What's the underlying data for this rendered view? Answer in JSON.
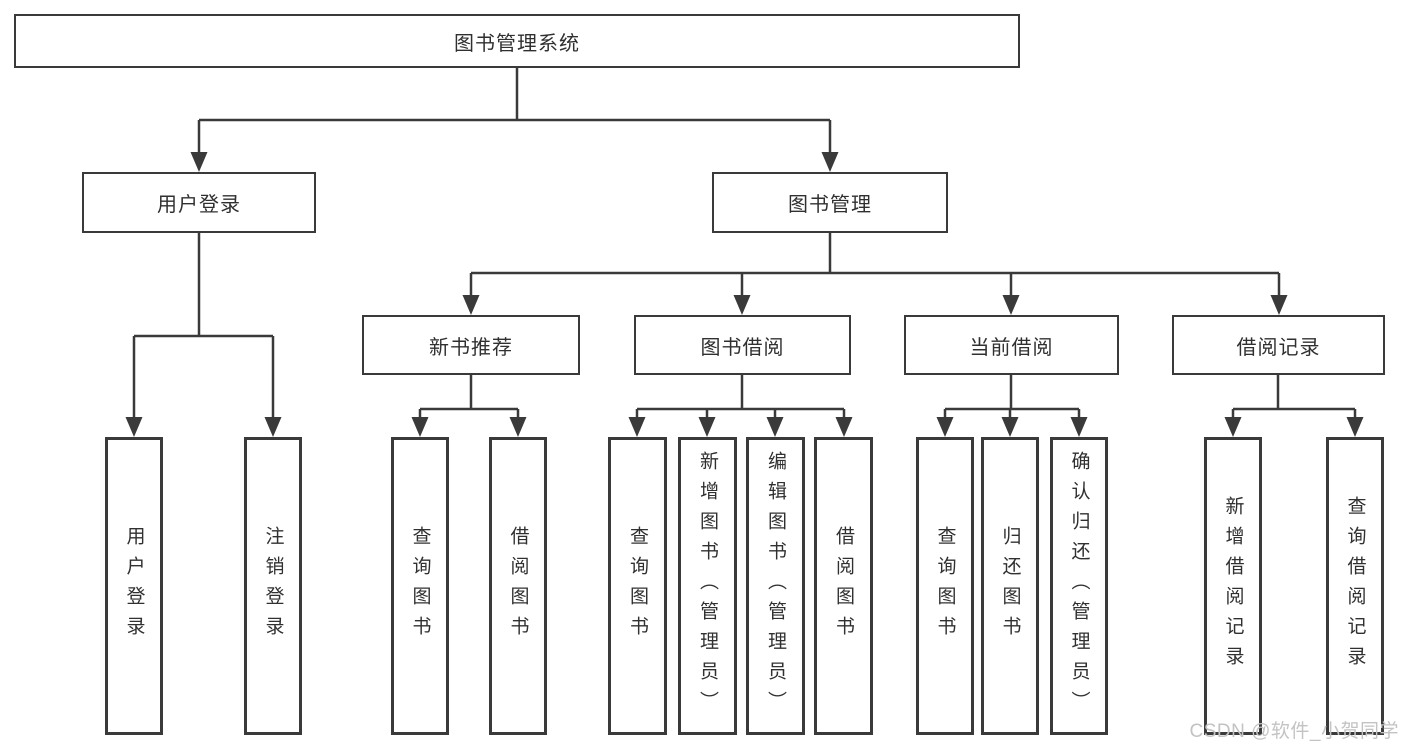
{
  "tree": {
    "root": {
      "label": "图书管理系统"
    },
    "branches": [
      {
        "label": "用户登录",
        "children": [
          {
            "label": "用户登录"
          },
          {
            "label": "注销登录"
          }
        ]
      },
      {
        "label": "图书管理",
        "children": [
          {
            "label": "新书推荐",
            "children": [
              {
                "label": "查询图书"
              },
              {
                "label": "借阅图书"
              }
            ]
          },
          {
            "label": "图书借阅",
            "children": [
              {
                "label": "查询图书"
              },
              {
                "label": "新增图书（管理员）"
              },
              {
                "label": "编辑图书（管理员）"
              },
              {
                "label": "借阅图书"
              }
            ]
          },
          {
            "label": "当前借阅",
            "children": [
              {
                "label": "查询图书"
              },
              {
                "label": "归还图书"
              },
              {
                "label": "确认归还（管理员）"
              }
            ]
          },
          {
            "label": "借阅记录",
            "children": [
              {
                "label": "新增借阅记录"
              },
              {
                "label": "查询借阅记录"
              }
            ]
          }
        ]
      }
    ]
  },
  "watermark": {
    "text": "CSDN @软件_小贺同学"
  },
  "colors": {
    "line": "#3a3a3a",
    "text": "#303030",
    "box_border": "#3a3a3a",
    "background": "#ffffff",
    "watermark": "#c3c3c3"
  }
}
